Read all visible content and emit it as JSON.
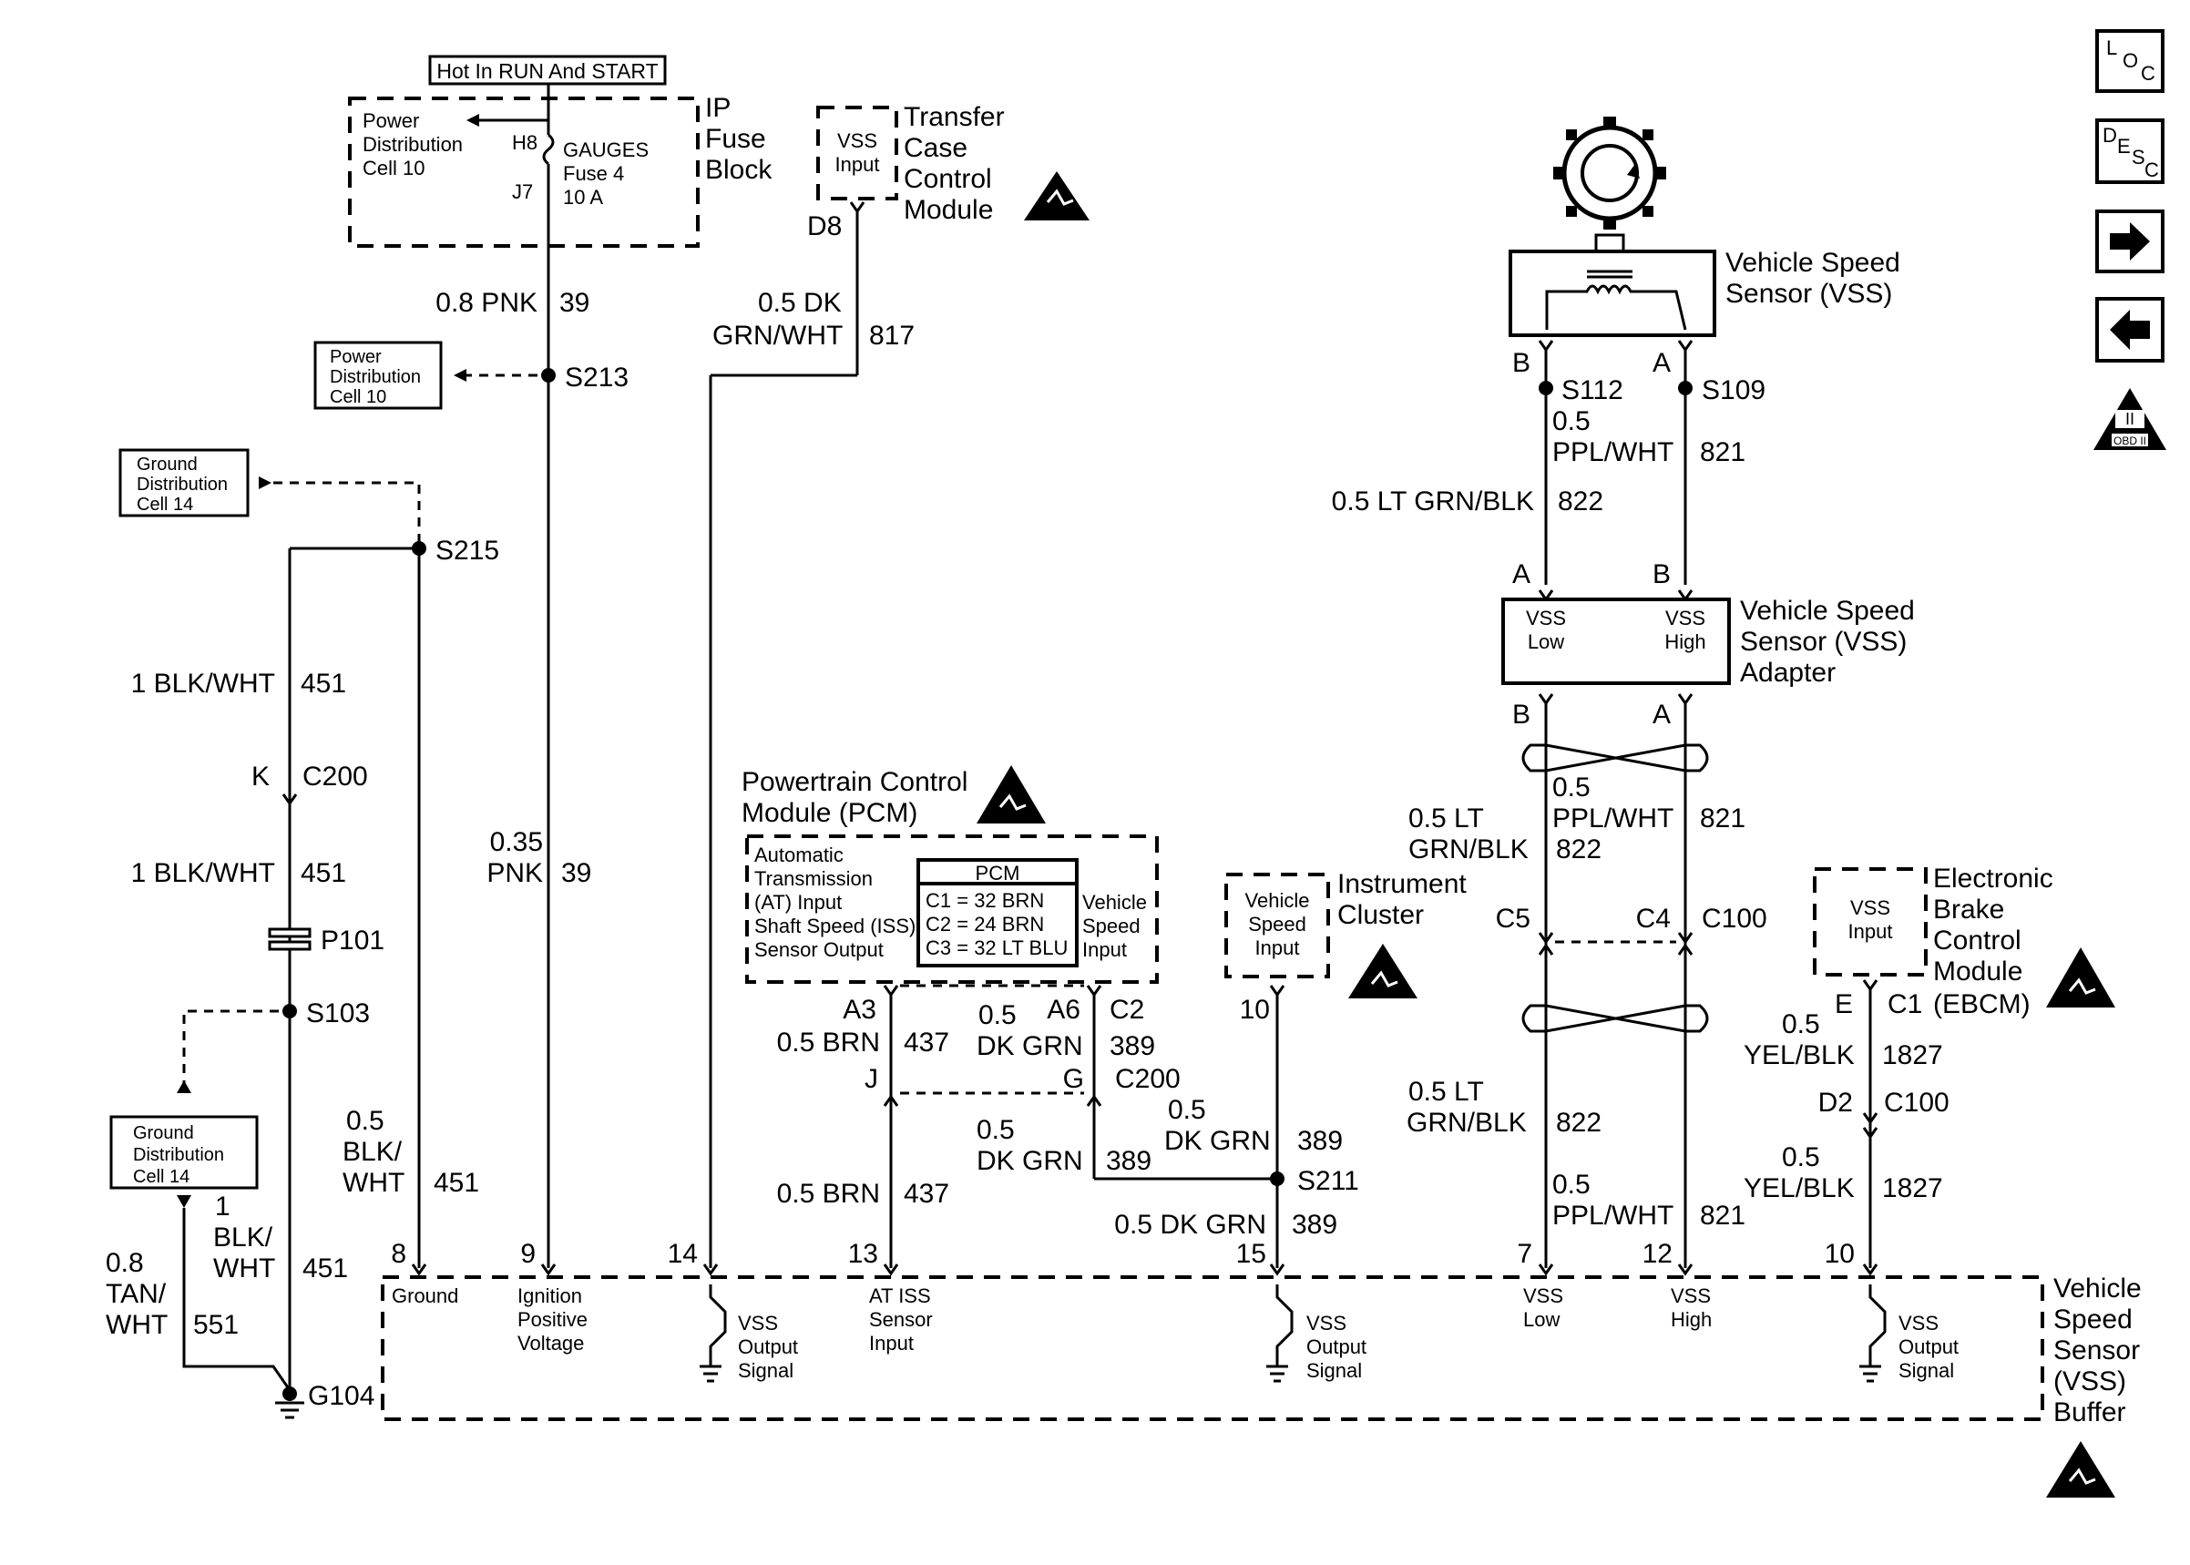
{
  "fuse_block": {
    "hot_label": "Hot In RUN And START",
    "power_dist": [
      "Power",
      "Distribution",
      "Cell 10"
    ],
    "h8": "H8",
    "j7": "J7",
    "fuse": [
      "GAUGES",
      "Fuse 4",
      "10 A"
    ],
    "name": [
      "IP",
      "Fuse",
      "Block"
    ]
  },
  "tccm": {
    "input": [
      "VSS",
      "Input"
    ],
    "name": [
      "Transfer",
      "Case",
      "Control",
      "Module"
    ],
    "pin": "D8"
  },
  "wires_left": {
    "w08pnk": "0.8 PNK",
    "c39a": "39",
    "s213": "S213",
    "pd_box": [
      "Power",
      "Distribution",
      "Cell 10"
    ],
    "gd_box_top": [
      "Ground",
      "Distribution",
      "Cell 14"
    ],
    "s215": "S215",
    "blkwht1a": "1 BLK/WHT",
    "c451a": "451",
    "k": "K",
    "c200": "C200",
    "blkwht1b": "1 BLK/WHT",
    "c451b": "451",
    "p101": "P101",
    "s103": "S103",
    "gd_box_bot": [
      "Ground",
      "Distribution",
      "Cell 14"
    ],
    "pnk035": [
      "0.35",
      "PNK"
    ],
    "c39b": "39",
    "blkwht05": [
      "0.5",
      "BLK/",
      "WHT"
    ],
    "c451c": "451",
    "blk1": [
      "1",
      "BLK/",
      "WHT"
    ],
    "c451d": "451",
    "tan": [
      "0.8",
      "TAN/",
      "WHT"
    ],
    "c551": "551",
    "g104": "G104",
    "dkgrn817": [
      "0.5 DK",
      "GRN/WHT"
    ],
    "c817": "817"
  },
  "pcm": {
    "name": [
      "Powertrain Control",
      "Module (PCM)"
    ],
    "at": [
      "Automatic",
      "Transmission",
      "(AT) Input",
      "Shaft Speed (ISS)",
      "Sensor Output"
    ],
    "table_title": "PCM",
    "table": [
      "C1 = 32 BRN",
      "C2 = 24 BRN",
      "C3 = 32 LT BLU"
    ],
    "vsi": [
      "Vehicle",
      "Speed",
      "Input"
    ],
    "a3": "A3",
    "a6": "A6",
    "c2": "C2",
    "brn05a": "0.5 BRN",
    "c437a": "437",
    "dkgrn05a": [
      "0.5",
      "DK GRN"
    ],
    "c389a": "389",
    "j": "J",
    "g": "G",
    "c200": "C200",
    "dkgrn05b": [
      "0.5",
      "DK GRN"
    ],
    "c389b": "389",
    "dkgrn05c": [
      "0.5",
      "DK GRN"
    ],
    "c389c": "389",
    "brn05b": "0.5 BRN",
    "c437b": "437",
    "s211": "S211",
    "dkgrn05d": "0.5 DK GRN",
    "c389d": "389"
  },
  "cluster": {
    "input": [
      "Vehicle",
      "Speed",
      "Input"
    ],
    "name": [
      "Instrument",
      "Cluster"
    ],
    "pin": "10"
  },
  "vss": {
    "name": [
      "Vehicle Speed",
      "Sensor (VSS)"
    ],
    "b": "B",
    "a": "A",
    "s112": "S112",
    "s109": "S109",
    "ppl05": [
      "0.5",
      "PPL/WHT"
    ],
    "c821a": "821",
    "ltgrn05": "0.5 LT GRN/BLK",
    "c822a": "822",
    "a2": "A",
    "b2": "B"
  },
  "adapter": {
    "low": [
      "VSS",
      "Low"
    ],
    "high": [
      "VSS",
      "High"
    ],
    "name": [
      "Vehicle Speed",
      "Sensor (VSS)",
      "Adapter"
    ],
    "b": "B",
    "a": "A",
    "ppl05b": [
      "0.5",
      "PPL/WHT"
    ],
    "c821b": "821",
    "ltgrn05b": [
      "0.5 LT",
      "GRN/BLK"
    ],
    "c822b": "822",
    "c5": "C5",
    "c4": "C4",
    "c100": "C100",
    "ltgrn05c": [
      "0.5 LT",
      "GRN/BLK"
    ],
    "c822c": "822",
    "ppl05c": [
      "0.5",
      "PPL/WHT"
    ],
    "c821c": "821"
  },
  "ebcm": {
    "input": [
      "VSS",
      "Input"
    ],
    "name": [
      "Electronic",
      "Brake",
      "Control",
      "Module"
    ],
    "e": "E",
    "c1": "C1",
    "ebcm": "(EBCM)",
    "yel05a": [
      "0.5",
      "YEL/BLK"
    ],
    "c1827a": "1827",
    "d2": "D2",
    "c100": "C100",
    "yel05b": [
      "0.5",
      "YEL/BLK"
    ],
    "c1827b": "1827"
  },
  "buffer": {
    "name": [
      "Vehicle",
      "Speed",
      "Sensor",
      "(VSS)",
      "Buffer"
    ],
    "pins": [
      "8",
      "9",
      "14",
      "13",
      "15",
      "7",
      "12",
      "10"
    ],
    "ground": "Ground",
    "ign": [
      "Ignition",
      "Positive",
      "Voltage"
    ],
    "vss_out1": [
      "VSS",
      "Output",
      "Signal"
    ],
    "atiss": [
      "AT ISS",
      "Sensor",
      "Input"
    ],
    "vss_out2": [
      "VSS",
      "Output",
      "Signal"
    ],
    "vss_low": [
      "VSS",
      "Low"
    ],
    "vss_high": [
      "VSS",
      "High"
    ],
    "vss_out3": [
      "VSS",
      "Output",
      "Signal"
    ]
  },
  "nav": {
    "loc": [
      "L",
      "O",
      "C"
    ],
    "desc": [
      "D",
      "E",
      "S",
      "C"
    ],
    "obd": "OBD II"
  }
}
